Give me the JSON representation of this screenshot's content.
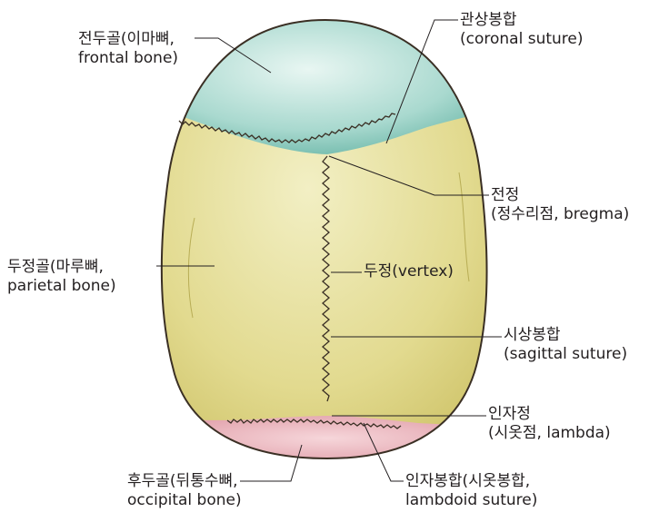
{
  "diagram": {
    "colors": {
      "frontal": "#a7d8cf",
      "parietal": "#e3dc95",
      "occipital": "#e6a3ae",
      "outline": "#3a2f24",
      "leader": "#231f20"
    },
    "labels": {
      "frontal": {
        "line1": "전두골(이마뼈,",
        "line2": "frontal bone)"
      },
      "coronal": {
        "line1": "관상봉합",
        "line2": "(coronal suture)"
      },
      "bregma": {
        "line1": "전정",
        "line2": "(정수리점, bregma)"
      },
      "parietal": {
        "line1": "두정골(마루뼈,",
        "line2": "parietal bone)"
      },
      "vertex": {
        "line1": "두정(vertex)"
      },
      "sagittal": {
        "line1": "시상봉합",
        "line2": "(sagittal suture)"
      },
      "lambda": {
        "line1": "인자정",
        "line2": "(시옷점, lambda)"
      },
      "occipital": {
        "line1": "후두골(뒤통수뼈,",
        "line2": "occipital bone)"
      },
      "lambdoid": {
        "line1": "인자봉합(시옷봉합,",
        "line2": "lambdoid suture)"
      }
    }
  }
}
